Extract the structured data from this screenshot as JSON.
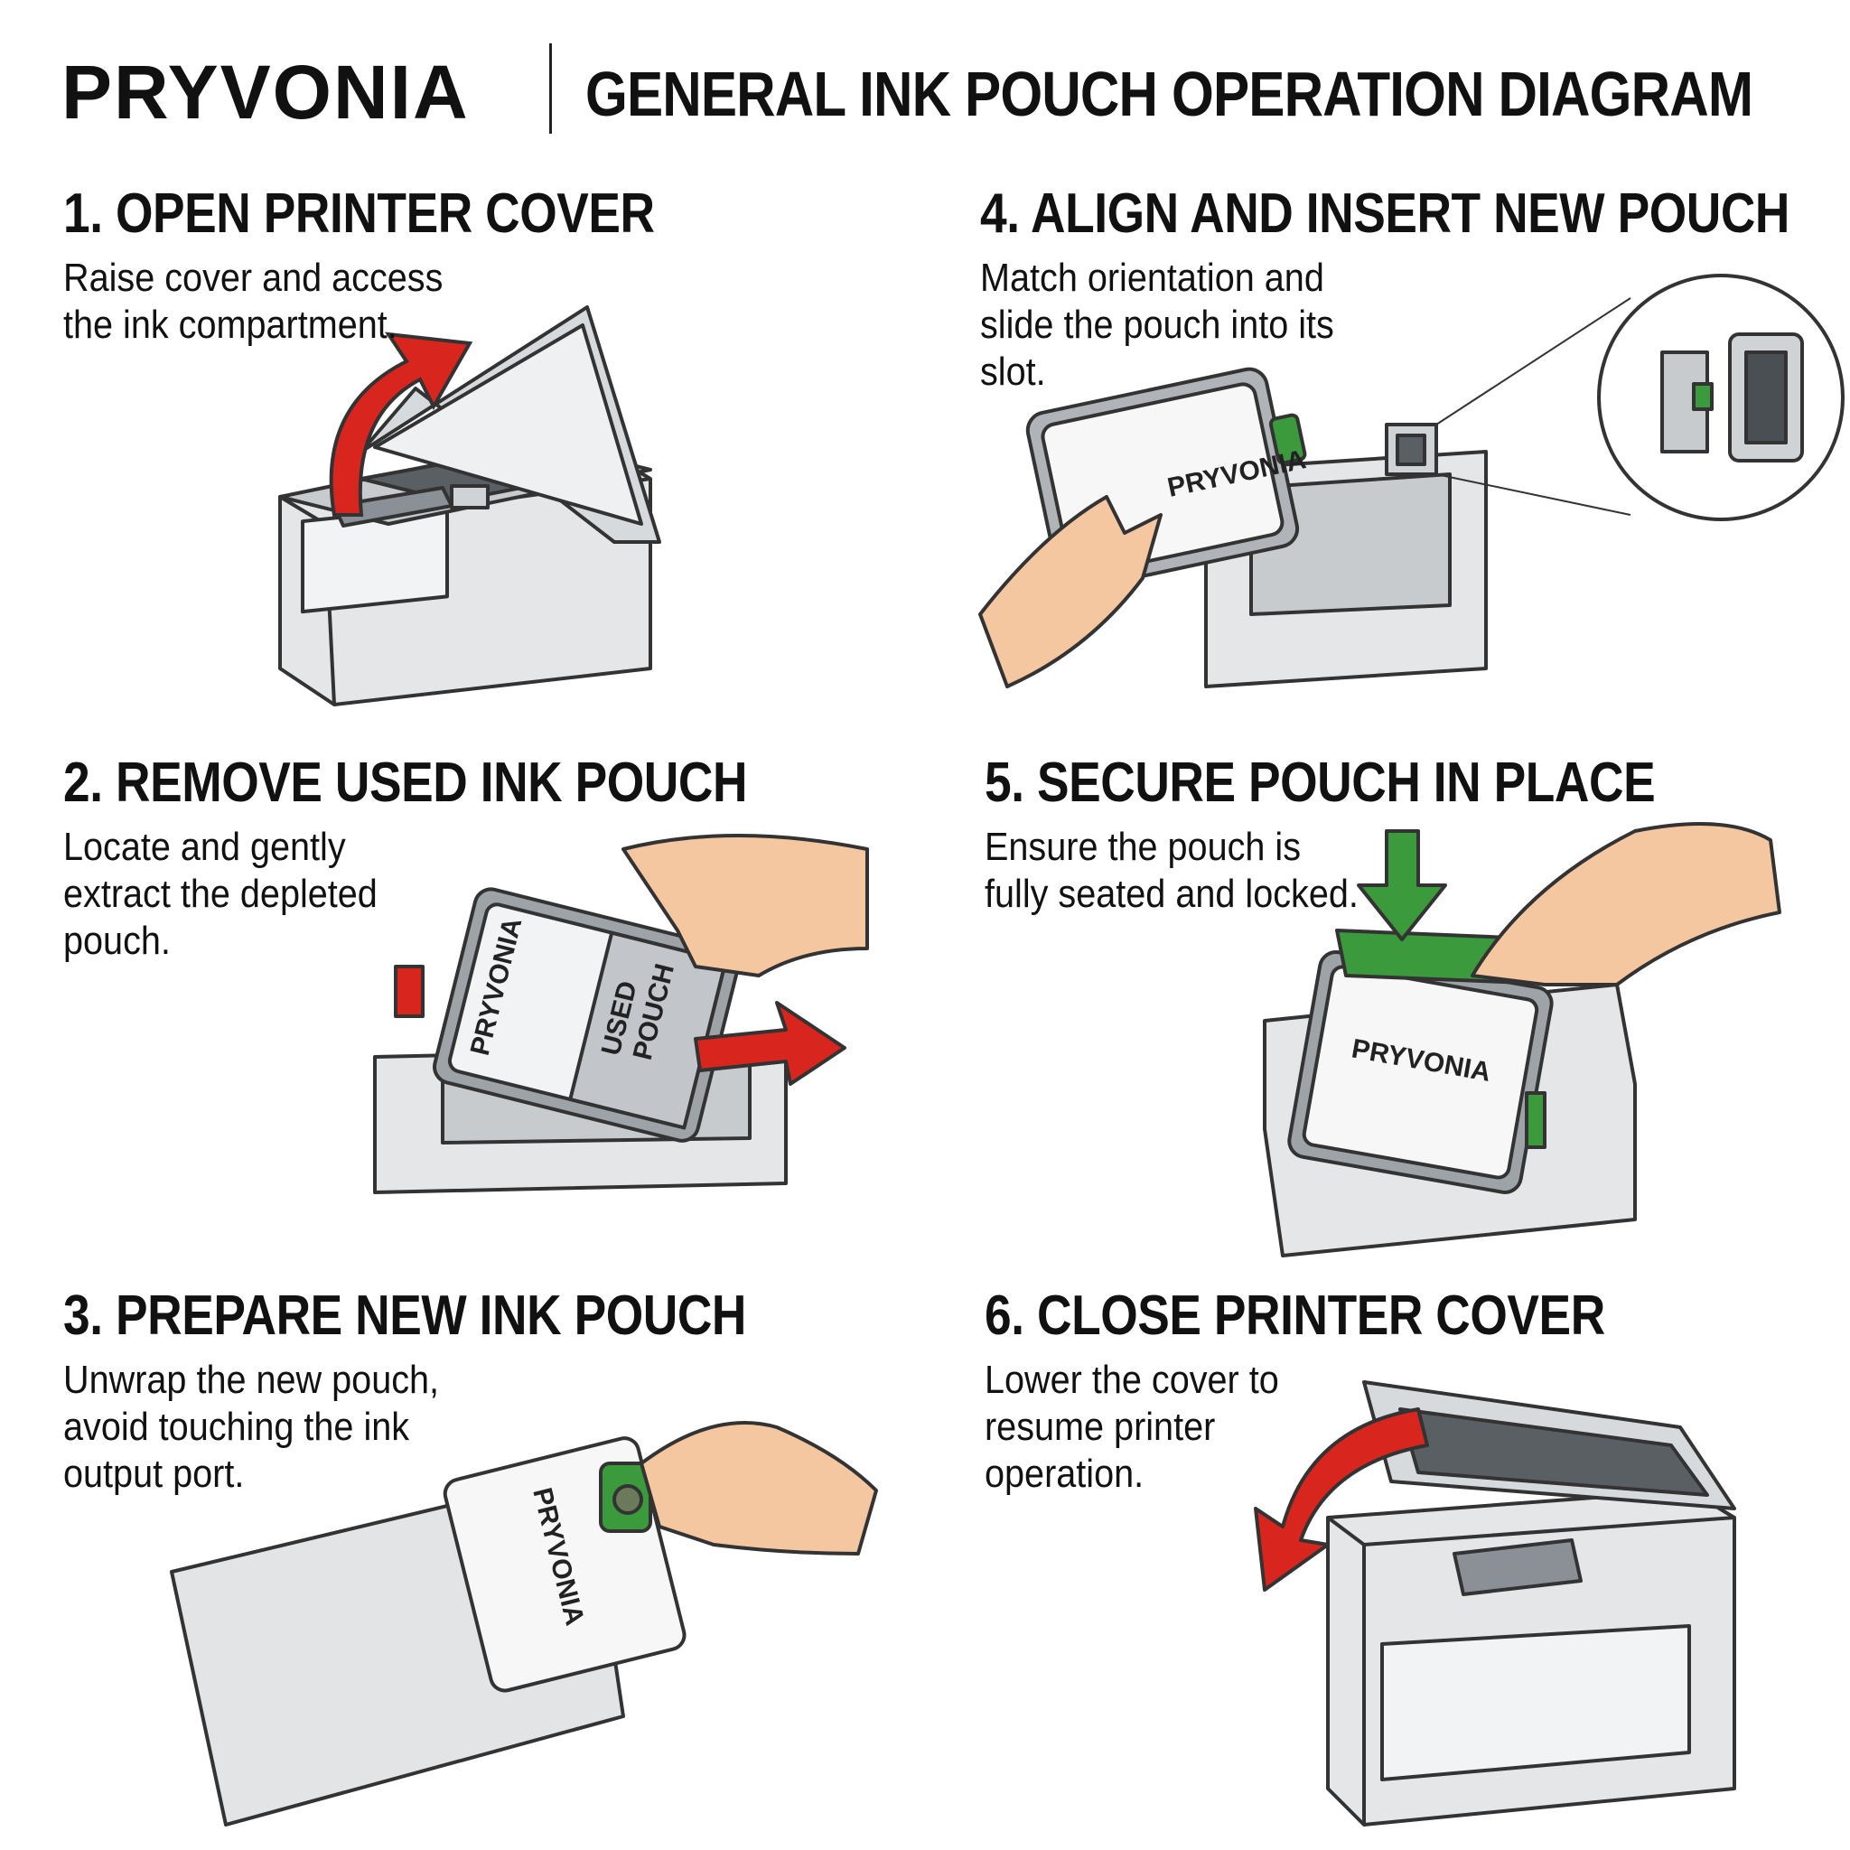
{
  "header": {
    "brand": "PRYVONIA",
    "title": "GENERAL INK POUCH OPERATION DIAGRAM"
  },
  "steps": [
    {
      "title": "1. OPEN PRINTER COVER",
      "desc": "Raise cover and access the ink compartment."
    },
    {
      "title": "2. REMOVE USED INK POUCH",
      "desc": "Locate and gently extract the depleted pouch."
    },
    {
      "title": "3. PREPARE NEW INK POUCH",
      "desc": "Unwrap the new pouch, avoid touching the ink output port."
    },
    {
      "title": "4. ALIGN AND INSERT NEW POUCH",
      "desc": "Match orientation and slide the pouch into its slot."
    },
    {
      "title": "5. SECURE POUCH IN PLACE",
      "desc": "Ensure the pouch is fully seated and locked."
    },
    {
      "title": "6. CLOSE PRINTER COVER",
      "desc": "Lower the cover to resume printer operation."
    }
  ],
  "labels": {
    "pouch_brand": "PRYVONIA",
    "used_line1": "USED",
    "used_line2": "POUCH"
  },
  "colors": {
    "arrow_red": "#d8261f",
    "lock_green": "#3a9a3c",
    "skin": "#f4c7a1",
    "printer_body": "#e4e6e8",
    "outline": "#333333"
  }
}
